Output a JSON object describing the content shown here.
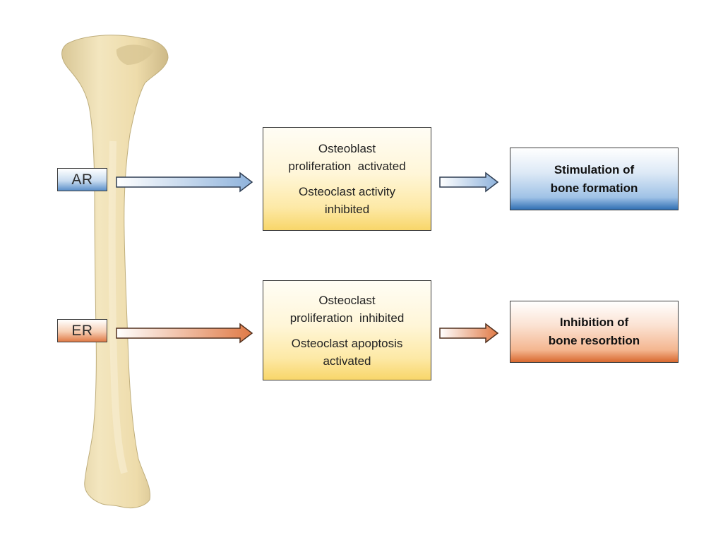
{
  "receptors": {
    "ar": "AR",
    "er": "ER"
  },
  "mechanisms": {
    "ar": {
      "line1": "Osteoblast",
      "line2": "proliferation  activated",
      "line3": "Osteoclast activity",
      "line4": "inhibited"
    },
    "er": {
      "line1": "Osteoclast",
      "line2": "proliferation  inhibited",
      "line3": "Osteoclast apoptosis",
      "line4": "activated"
    }
  },
  "outcomes": {
    "ar": {
      "line1": "Stimulation of",
      "line2": "bone formation"
    },
    "er": {
      "line1": "Inhibition of",
      "line2": "bone resorbtion"
    }
  },
  "colors": {
    "ar_accent": "#5b8fc9",
    "er_accent": "#e07a46",
    "bone": "#efdfb1",
    "mechanism_fill": "#f8d66a"
  }
}
